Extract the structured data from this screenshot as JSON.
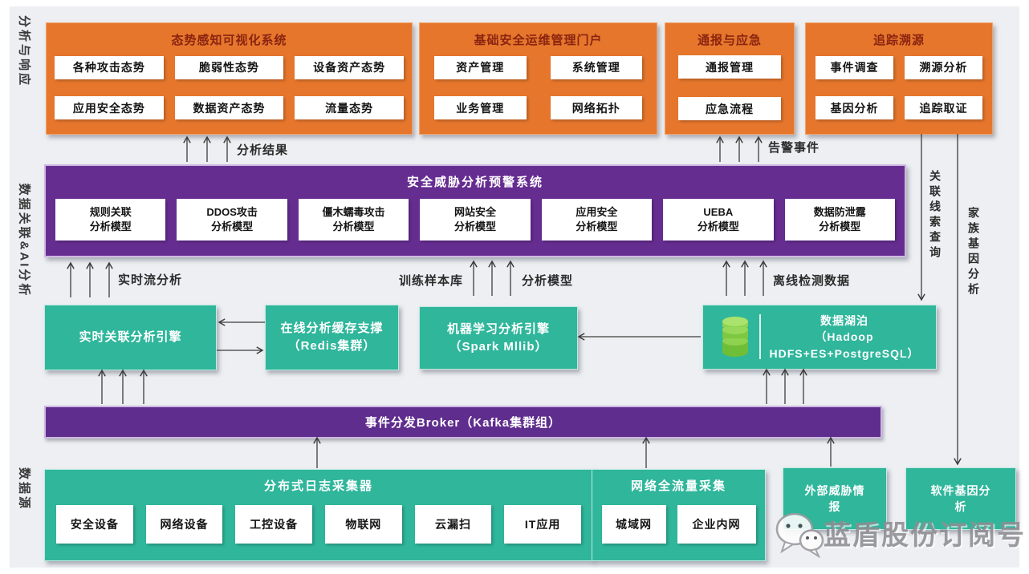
{
  "side_labels": {
    "analysis_response": "分析与响应",
    "data_ai": "数据关联&AI分析",
    "data_source": "数据源"
  },
  "top_row": {
    "situational": {
      "title": "态势感知可视化系统",
      "items": [
        "各种攻击态势",
        "脆弱性态势",
        "设备资产态势",
        "应用安全态势",
        "数据资产态势",
        "流量态势"
      ]
    },
    "ops_portal": {
      "title": "基础安全运维管理门户",
      "items": [
        "资产管理",
        "系统管理",
        "业务管理",
        "网络拓扑"
      ]
    },
    "notify": {
      "title": "通报与应急",
      "items": [
        "通报管理",
        "应急流程"
      ]
    },
    "trace": {
      "title": "追踪溯源",
      "items": [
        "事件调查",
        "溯源分析",
        "基因分析",
        "追踪取证"
      ]
    }
  },
  "labels": {
    "analysis_result": "分析结果",
    "alert_events": "告警事件",
    "realtime_stream": "实时流分析",
    "training_lib": "训练样本库",
    "analysis_model": "分析模型",
    "offline_data": "离线检测数据",
    "clue_query": "关联线索查询",
    "family_gene": "家族基因分析"
  },
  "warning_system": {
    "title": "安全威胁分析预警系统",
    "models": [
      {
        "l1": "规则关联",
        "l2": "分析模型"
      },
      {
        "l1": "DDOS攻击",
        "l2": "分析模型"
      },
      {
        "l1": "僵木蠕毒攻击",
        "l2": "分析模型"
      },
      {
        "l1": "网站安全",
        "l2": "分析模型"
      },
      {
        "l1": "应用安全",
        "l2": "分析模型"
      },
      {
        "l1": "UEBA",
        "l2": "分析模型"
      },
      {
        "l1": "数据防泄露",
        "l2": "分析模型"
      }
    ]
  },
  "engines": {
    "realtime": {
      "l1": "实时关联分析引擎"
    },
    "redis": {
      "l1": "在线分析缓存支撑",
      "l2": "（Redis集群）"
    },
    "spark": {
      "l1": "机器学习分析引擎",
      "l2": "（Spark Mllib）"
    },
    "datalake": {
      "l1": "数据湖泊",
      "l2": "（Hadoop",
      "l3": "HDFS+ES+PostgreSQL）",
      "icon": "database-cylinder"
    }
  },
  "kafka": {
    "title": "事件分发Broker（Kafka集群组）"
  },
  "bottom_row": {
    "log_collector": {
      "title": "分布式日志采集器",
      "items": [
        "安全设备",
        "网络设备",
        "工控设备",
        "物联网",
        "云漏扫",
        "IT应用"
      ]
    },
    "traffic": {
      "title": "网络全流量采集",
      "items": [
        "城域网",
        "企业内网"
      ]
    },
    "threat_intel": {
      "l1": "外部威胁情",
      "l2": "报"
    },
    "software_gene": {
      "l1": "软件基因分",
      "l2": "析"
    }
  },
  "watermark": {
    "text": "蓝盾股份订阅号",
    "icon": "wechat-icon"
  },
  "colors": {
    "orange": "#E6762C",
    "purple": "#662D91",
    "kafka_purple": "#5F2D8E",
    "teal": "#2FB69B",
    "title_red": "#8A2410",
    "panel": "#EDEFF2"
  }
}
